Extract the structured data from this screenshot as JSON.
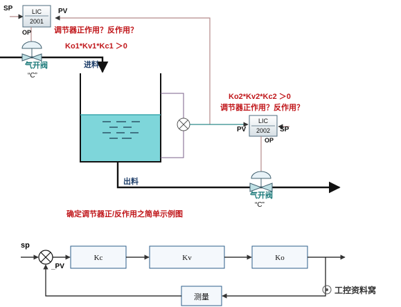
{
  "colors": {
    "red_text": "#c0161a",
    "pipe_dark": "#111111",
    "signal_line": "#b58a8a",
    "controller_face": "#eef2f4",
    "liquid": "#7ed6da",
    "tank_outline": "#111111",
    "block_fill": "#f4f8fc",
    "block_stroke": "#2d5e8a",
    "valve_fill": "#d9f2f2"
  },
  "top_loop": {
    "sp": "SP",
    "pv": "PV",
    "controller_tag": "LIC",
    "controller_no": "2001",
    "op": "OP",
    "question": "调节器正作用？反作用？",
    "gain_equation": "Ko1*Kv1*Kc1 ＞0",
    "valve_label": "气开阀",
    "valve_type": "“C”",
    "inlet_label": "进料"
  },
  "right_loop": {
    "gain_equation": "Ko2*Kv2*Kc2 ＞0",
    "question": "调节器正作用？反作用？",
    "pv": "PV",
    "controller_tag": "LIC",
    "controller_no": "2002",
    "sp": "SP",
    "op": "OP",
    "valve_label": "气开阀",
    "valve_type": "“C”",
    "outlet_label": "出料"
  },
  "caption": "确定调节器正/反作用之简单示例图",
  "block_diagram": {
    "sp": "sp",
    "pv": "_PV",
    "blocks": [
      "Kc",
      "Kv",
      "Ko"
    ],
    "feedback": "测量"
  },
  "watermark": "工控资料窝"
}
